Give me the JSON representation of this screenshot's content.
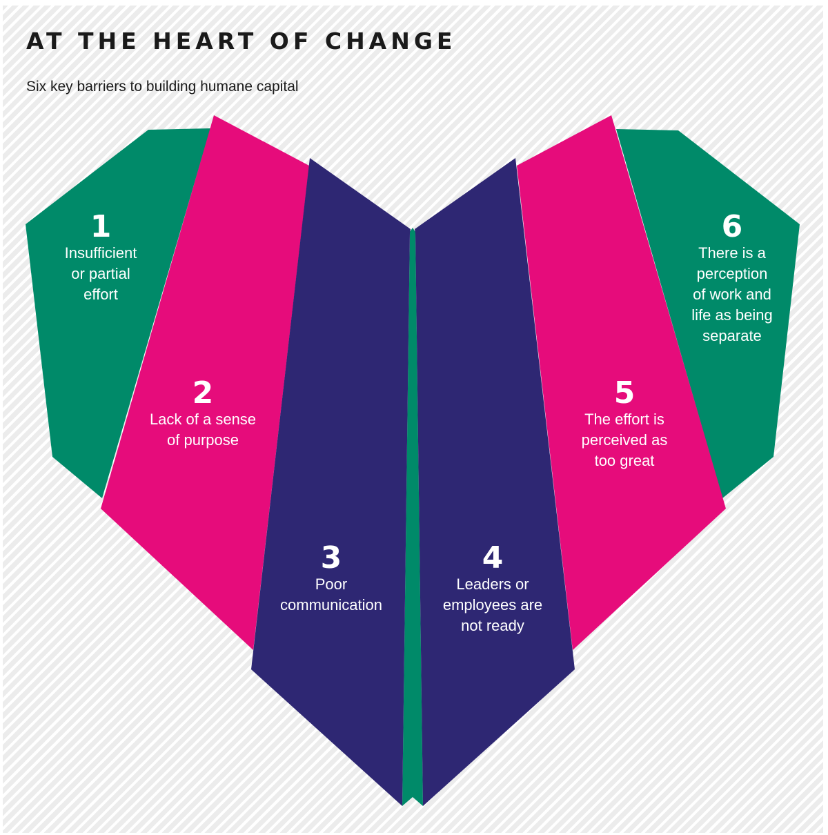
{
  "header": {
    "title": "AT THE HEART OF CHANGE",
    "subtitle": "Six key barriers to building humane capital"
  },
  "colors": {
    "green": "#008a69",
    "pink": "#e60c7b",
    "purple": "#2e2773",
    "background_stripe": "#ececec",
    "title_text": "#1a1a1a",
    "label_text": "#ffffff"
  },
  "barriers": [
    {
      "number": "1",
      "lines": [
        "Insufficient",
        "or partial",
        "effort"
      ],
      "color": "green"
    },
    {
      "number": "2",
      "lines": [
        "Lack of a sense",
        "of purpose"
      ],
      "color": "pink"
    },
    {
      "number": "3",
      "lines": [
        "Poor",
        "communication"
      ],
      "color": "purple"
    },
    {
      "number": "4",
      "lines": [
        "Leaders or",
        "employees are",
        "not ready"
      ],
      "color": "purple"
    },
    {
      "number": "5",
      "lines": [
        "The effort is",
        "perceived as",
        "too great"
      ],
      "color": "pink"
    },
    {
      "number": "6",
      "lines": [
        "There is a",
        "perception",
        "of work and",
        "life as being",
        "separate"
      ],
      "color": "green"
    }
  ]
}
